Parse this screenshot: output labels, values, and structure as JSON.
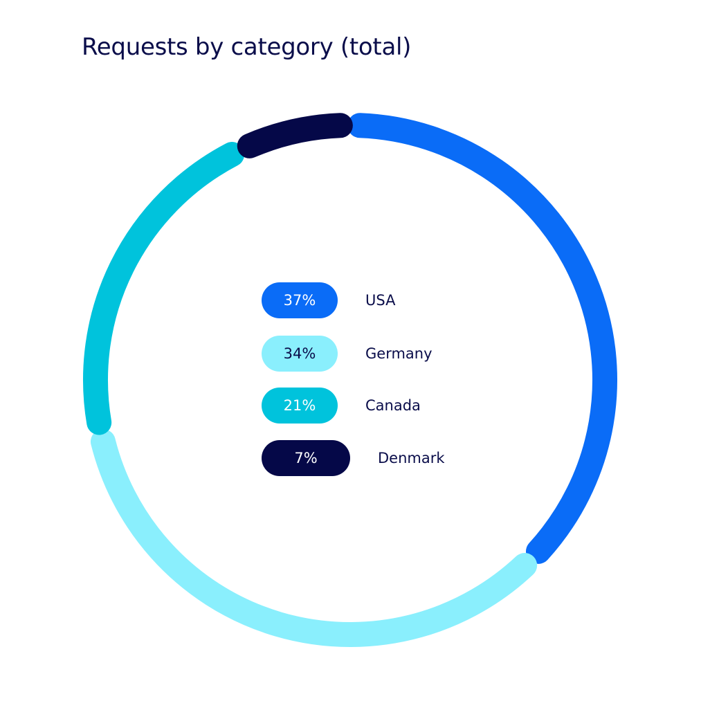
{
  "chart_data": {
    "type": "pie",
    "title": "Requests by category (total)",
    "categories": [
      "USA",
      "Germany",
      "Canada",
      "Denmark"
    ],
    "values": [
      37,
      34,
      21,
      7
    ],
    "value_labels": [
      "37%",
      "34%",
      "21%",
      "7%"
    ],
    "colors": [
      "#0a6cf7",
      "#8aeffd",
      "#00c3dc",
      "#050848"
    ],
    "label_colors": [
      "#ffffff",
      "#0a0d4a",
      "#ffffff",
      "#ffffff"
    ],
    "legend_position": "center"
  }
}
